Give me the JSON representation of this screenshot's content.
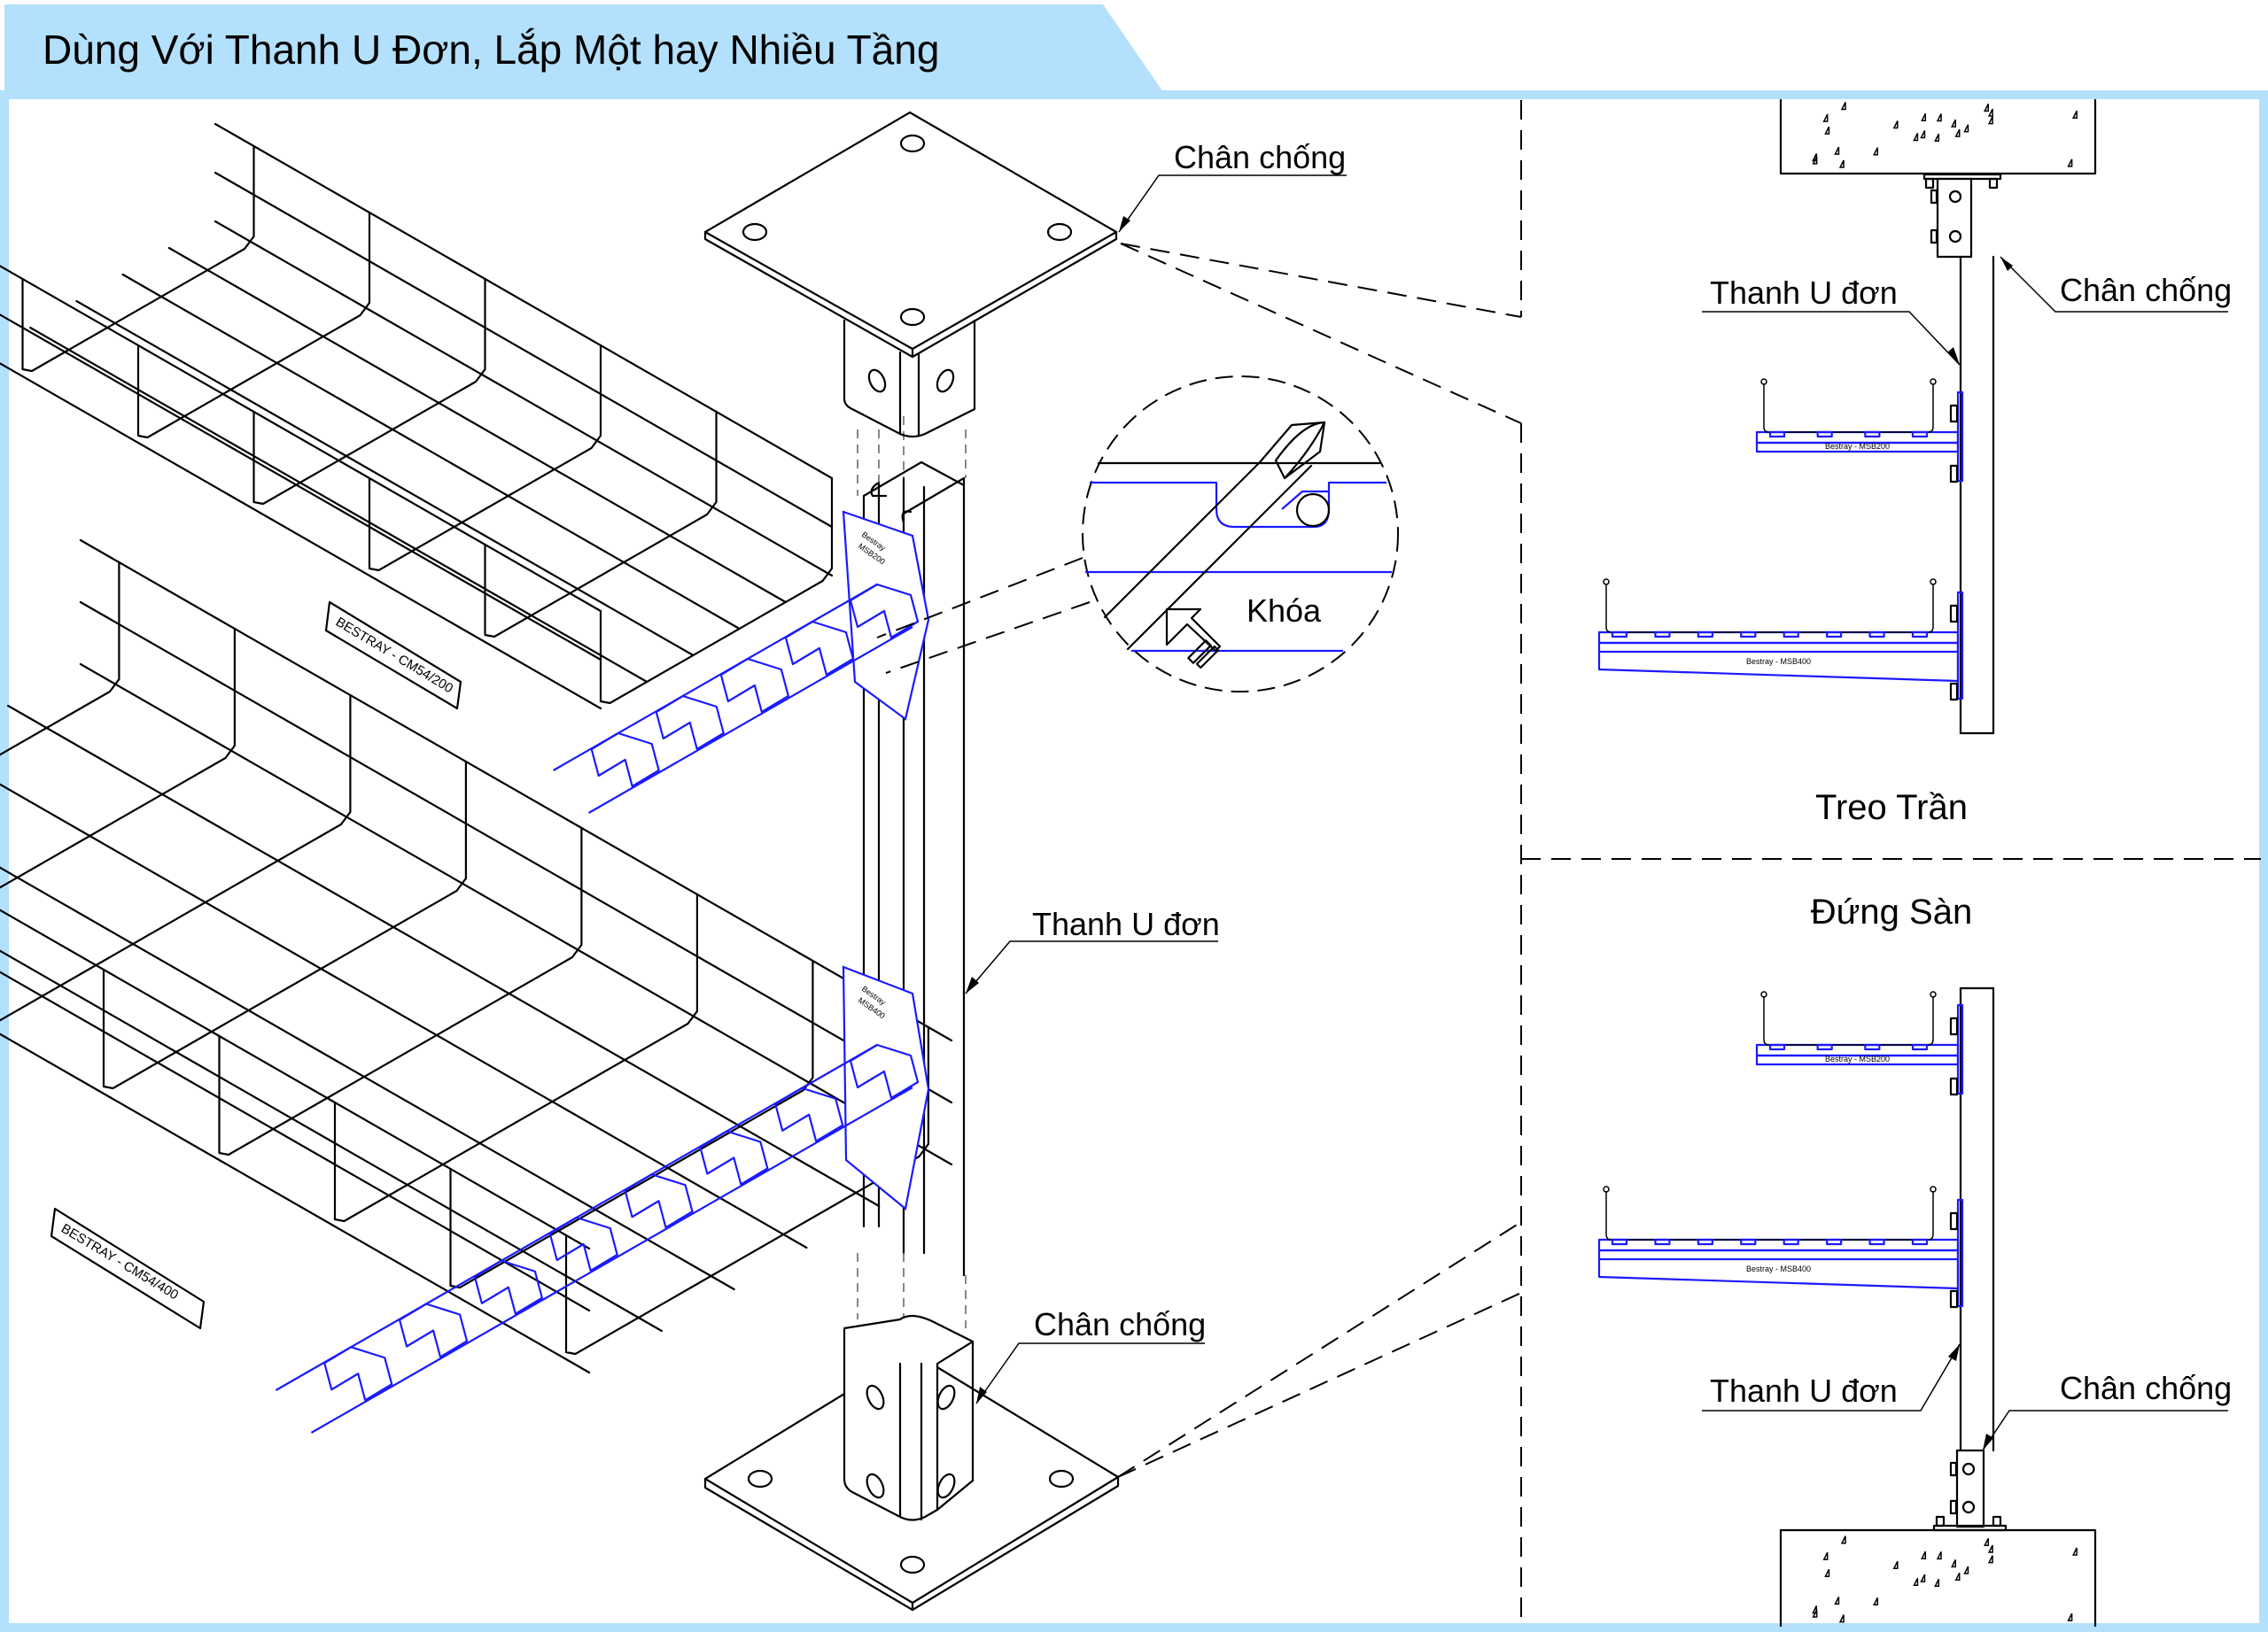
{
  "header": {
    "title": "Dùng Với Thanh U Đơn, Lắp Một hay Nhiều Tầng"
  },
  "colors": {
    "frame": "#b3e0fc",
    "accent_blue": "#1a1aff",
    "line": "#000000"
  },
  "main_view": {
    "labels": {
      "top_base": "Chân chống",
      "channel": "Thanh U đơn",
      "bottom_base": "Chân chống"
    },
    "trays": [
      {
        "tag": "BESTRAY - CM54/200"
      },
      {
        "tag": "BESTRAY - CM54/400"
      }
    ],
    "brackets": [
      {
        "line1": "Bestray",
        "line2": "MSB200"
      },
      {
        "line1": "Bestray",
        "line2": "MSB400"
      }
    ],
    "detail": {
      "label": "Khóa"
    }
  },
  "ceiling_view": {
    "title": "Treo Trần",
    "labels": {
      "channel": "Thanh U đơn",
      "base": "Chân chống"
    },
    "brackets": [
      {
        "tag": "Bestray  -  MSB200"
      },
      {
        "tag": "Bestray  -  MSB400"
      }
    ]
  },
  "floor_view": {
    "title": "Đứng Sàn",
    "labels": {
      "channel": "Thanh U đơn",
      "base": "Chân chống"
    },
    "brackets": [
      {
        "tag": "Bestray  -  MSB200"
      },
      {
        "tag": "Bestray  -  MSB400"
      }
    ]
  }
}
